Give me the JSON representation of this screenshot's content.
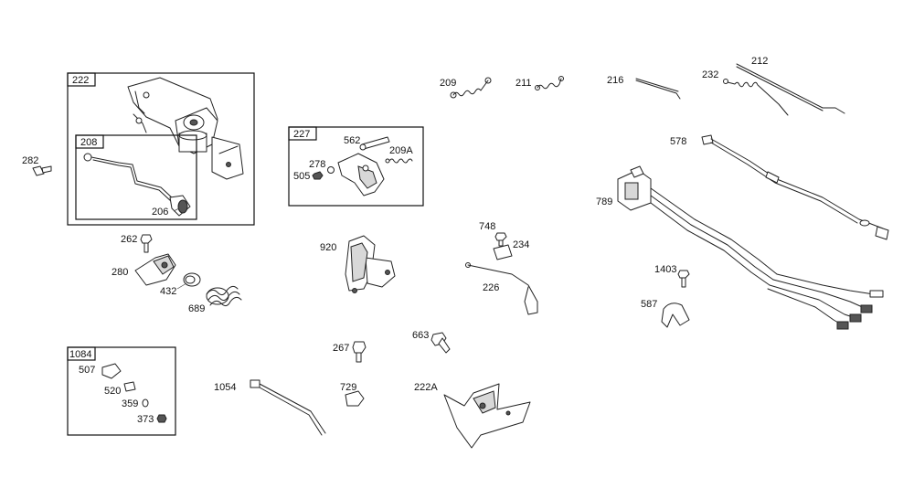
{
  "labels": {
    "p222": "222",
    "p208": "208",
    "p206": "206",
    "p282": "282",
    "p262": "262",
    "p280": "280",
    "p432": "432",
    "p689": "689",
    "p227": "227",
    "p562": "562",
    "p209A": "209A",
    "p278": "278",
    "p505": "505",
    "p920": "920",
    "p209": "209",
    "p211": "211",
    "p748": "748",
    "p234": "234",
    "p226": "226",
    "p216": "216",
    "p232": "232",
    "p212": "212",
    "p578": "578",
    "p789": "789",
    "p1403": "1403",
    "p587": "587",
    "p1084": "1084",
    "p507": "507",
    "p520": "520",
    "p359": "359",
    "p373": "373",
    "p267": "267",
    "p663": "663",
    "p1054": "1054",
    "p729": "729",
    "p222A": "222A"
  }
}
